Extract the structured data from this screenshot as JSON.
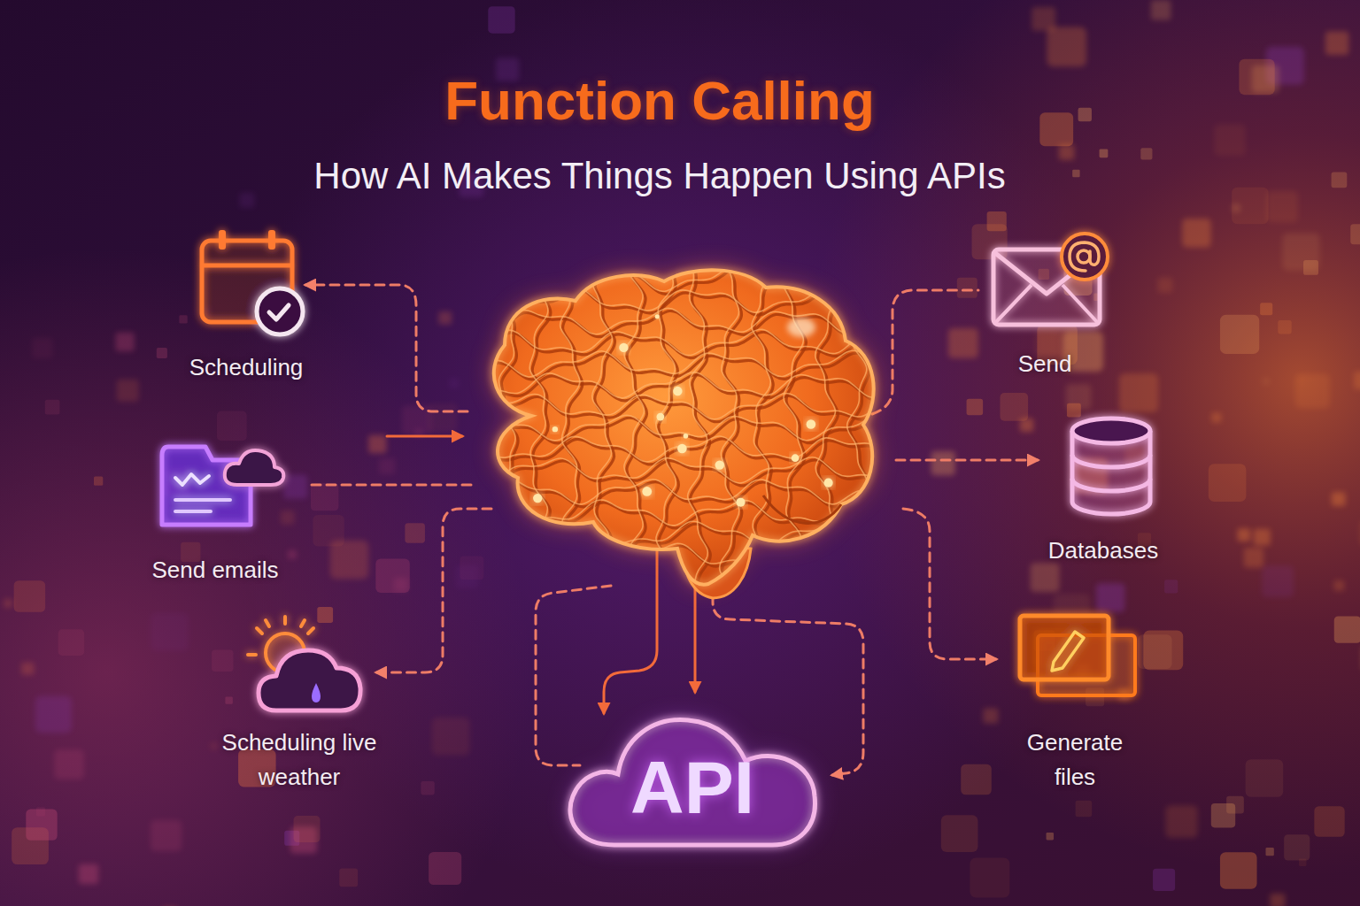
{
  "diagram": {
    "title": "Function Calling",
    "nodes": [
      {
        "text": [
          "Scheduling"
        ]
      },
      {
        "text": [
          "Send"
        ]
      },
      {
        "text": [
          "Send emails"
        ]
      },
      {
        "text": [
          "Databases"
        ]
      },
      {
        "text": [
          "Scheduling live weather"
        ]
      },
      {
        "text": [
          "Generate files"
        ]
      },
      {
        "text": [
          "API"
        ]
      }
    ],
    "labels": [
      "How AI Makes Things Happen Using APIs"
    ]
  }
}
